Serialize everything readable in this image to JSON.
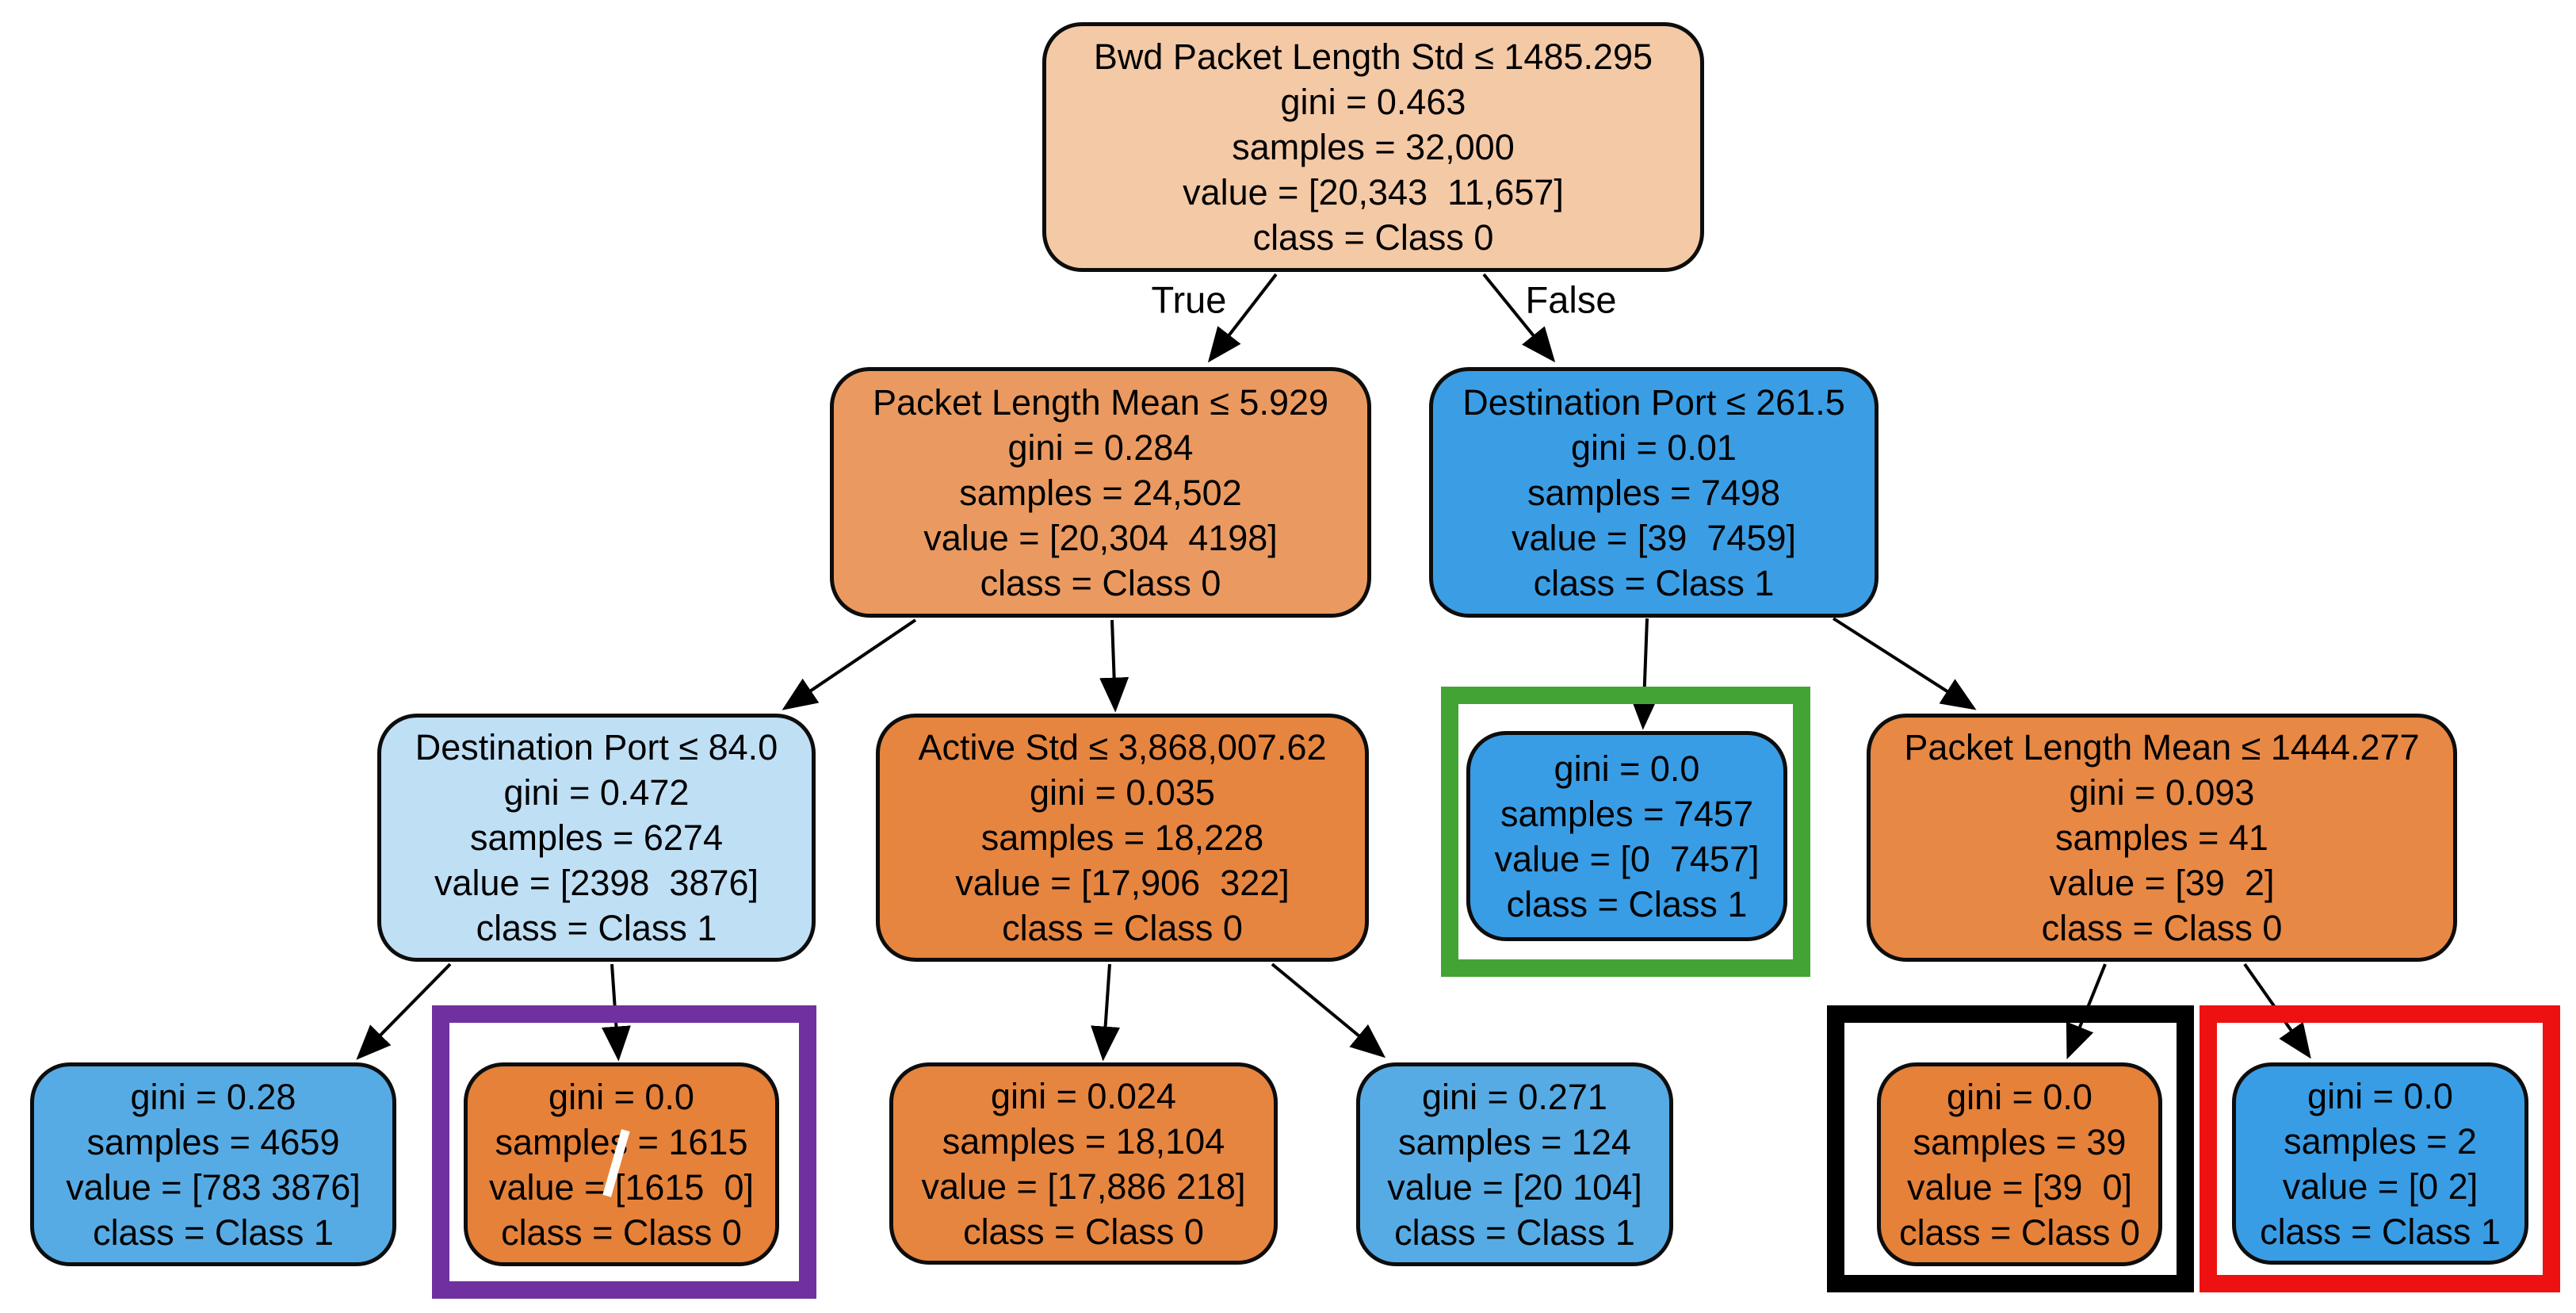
{
  "diagram": {
    "type": "decision-tree",
    "edge_labels": {
      "true": "True",
      "false": "False"
    },
    "colors": {
      "class0_pure": "#e58139",
      "class0_strong": "#e68540",
      "class0_medium": "#ea9a60",
      "class0_pale": "#f4c9a6",
      "class1_pure": "#399de5",
      "class1_near_pure": "#3b9ee5",
      "class1_medium": "#57abe4",
      "class1_pale": "#bfdff5",
      "edge_stroke": "#000000"
    },
    "highlights": {
      "green": {
        "color": "#44a335"
      },
      "purple": {
        "color": "#7030a0"
      },
      "black": {
        "color": "#000000"
      },
      "red": {
        "color": "#ee1111"
      }
    },
    "nodes": {
      "root": {
        "fill": "#f4c9a6",
        "lines": [
          "Bwd Packet Length Std ≤ 1485.295",
          "gini = 0.463",
          "samples = 32,000",
          "value = [20,343  11,657]",
          "class = Class 0"
        ]
      },
      "l2_left": {
        "fill": "#ea9a60",
        "lines": [
          "Packet Length Mean ≤ 5.929",
          "gini = 0.284",
          "samples = 24,502",
          "value = [20,304  4198]",
          "class = Class 0"
        ]
      },
      "l2_right": {
        "fill": "#3b9ee5",
        "lines": [
          "Destination Port ≤ 261.5",
          "gini = 0.01",
          "samples = 7498",
          "value = [39  7459]",
          "class = Class 1"
        ]
      },
      "l3_dest84": {
        "fill": "#bfdff5",
        "lines": [
          "Destination Port ≤ 84.0",
          "gini = 0.472",
          "samples = 6274",
          "value = [2398  3876]",
          "class = Class 1"
        ]
      },
      "l3_active": {
        "fill": "#e68540",
        "lines": [
          "Active Std ≤ 3,868,007.62",
          "gini = 0.035",
          "samples = 18,228",
          "value = [17,906  322]",
          "class = Class 0"
        ]
      },
      "green_leaf": {
        "fill": "#399de5",
        "lines": [
          "gini = 0.0",
          "samples = 7457",
          "value = [0  7457]",
          "class = Class 1"
        ]
      },
      "l3_plm1444": {
        "fill": "#e78845",
        "lines": [
          "Packet Length Mean ≤ 1444.277",
          "gini = 0.093",
          "samples = 41",
          "value = [39  2]",
          "class = Class 0"
        ]
      },
      "leaf1": {
        "fill": "#57abe4",
        "lines": [
          "gini = 0.28",
          "samples = 4659",
          "value = [783 3876]",
          "class = Class 1"
        ]
      },
      "purple_leaf": {
        "fill": "#e58139",
        "lines": [
          "gini = 0.0",
          "samples = 1615",
          "value = [1615  0]",
          "class = Class 0"
        ]
      },
      "leaf3": {
        "fill": "#e68540",
        "lines": [
          "gini = 0.024",
          "samples = 18,104",
          "value = [17,886 218]",
          "class = Class 0"
        ]
      },
      "leaf4": {
        "fill": "#57abe4",
        "lines": [
          "gini = 0.271",
          "samples = 124",
          "value = [20 104]",
          "class = Class 1"
        ]
      },
      "black_leaf": {
        "fill": "#e58139",
        "lines": [
          "gini = 0.0",
          "samples = 39",
          "value = [39  0]",
          "class = Class 0"
        ]
      },
      "red_leaf": {
        "fill": "#399de5",
        "lines": [
          "gini = 0.0",
          "samples = 2",
          "value = [0 2]",
          "class = Class 1"
        ]
      }
    }
  }
}
